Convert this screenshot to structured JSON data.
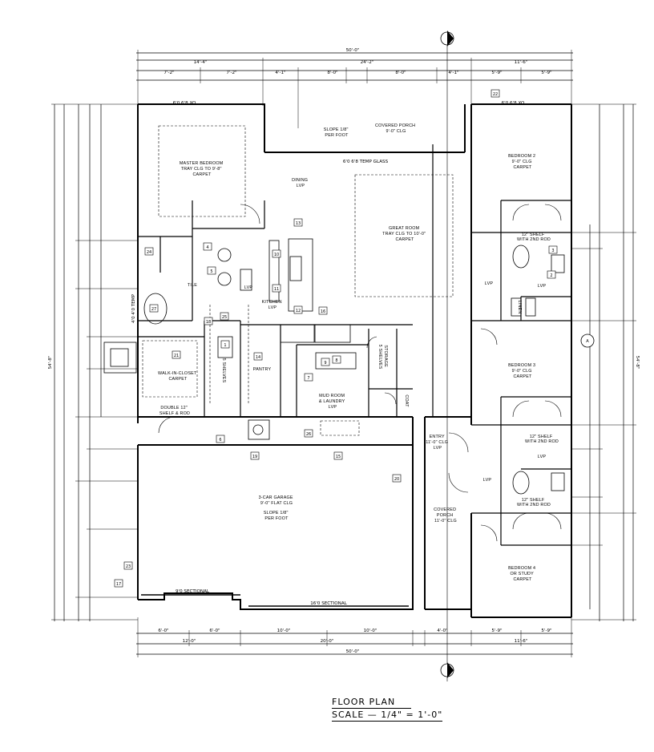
{
  "title": "FLOOR PLAN",
  "scale": "SCALE — 1/4\" = 1'-0\"",
  "north_marker": "A",
  "rooms": {
    "master": [
      "MASTER BEDROOM",
      "TRAY CLG TO 9'-8\"",
      "CARPET"
    ],
    "dining": [
      "DINING",
      "LVP"
    ],
    "porch_top": [
      "COVERED PORCH",
      "9'-0\" CLG"
    ],
    "slope_top": [
      "SLOPE 1/8\"",
      "PER FOOT"
    ],
    "great_room": [
      "GREAT ROOM",
      "TRAY CLG TO 10'-0\"",
      "CARPET"
    ],
    "bedroom2": [
      "BEDROOM 2",
      "9'-0\" CLG",
      "CARPET"
    ],
    "bedroom3": [
      "BEDROOM 3",
      "9'-0\" CLG",
      "CARPET"
    ],
    "bedroom4": [
      "BEDROOM 4",
      "OR STUDY",
      "CARPET"
    ],
    "kitchen": [
      "KITCHEN",
      "LVP"
    ],
    "pantry": [
      "PANTRY"
    ],
    "walkin": [
      "WALK-IN-CLOSET",
      "CARPET"
    ],
    "mudroom": [
      "MUD ROOM",
      "& LAUNDRY",
      "LVP"
    ],
    "garage": [
      "3-CAR GARAGE",
      "9'-0\" FLAT CLG"
    ],
    "slope_garage": [
      "SLOPE 1/8\"",
      "PER FOOT"
    ],
    "entry": [
      "ENTRY",
      "11'-0\" CLG",
      "LVP"
    ],
    "porch_bottom": [
      "COVERED",
      "PORCH",
      "11'-0\" CLG"
    ],
    "tile": [
      "TILE"
    ],
    "storage": [
      "STORAGE",
      "5 SHELVES"
    ],
    "coat": [
      "COAT"
    ],
    "shelves": [
      "5 SHELVES"
    ],
    "double_shelf": [
      "DOUBLE 12\"",
      "SHELF & ROD"
    ],
    "linen": [
      "LINEN"
    ],
    "lvp_a": [
      "LVP"
    ],
    "lvp_b": [
      "LVP"
    ],
    "lvp_c": [
      "LVP"
    ],
    "lvp_d": [
      "LVP"
    ],
    "lvp_e": [
      "LVP"
    ],
    "shelf_a": [
      "12\" SHELF",
      "WITH 2ND ROD"
    ],
    "shelf_b": [
      "12\" SHELF",
      "WITH 2ND ROD"
    ],
    "shelf_c": [
      "12\" SHELF",
      "WITH 2ND ROD"
    ]
  },
  "notes": {
    "temp_glass": "6'0 6'8 TEMP GLASS",
    "door_top": "6'0 6'8 XO",
    "sectional_a": "9'0 SECTIONAL",
    "sectional_b": "16'0 SECTIONAL",
    "temp": "4'0 4'0 TEMP"
  },
  "dims": {
    "top_total": "50'-0\"",
    "top_row1": [
      "14'-4\"",
      "24'-2\"",
      "11'-6\""
    ],
    "top_row2": [
      "7'-2\"",
      "7'-2\"",
      "4'-1\"",
      "8'-0\"",
      "8'-0\"",
      "4'-1\"",
      "5'-9\"",
      "5'-9\""
    ],
    "bottom_row1": [
      "6'-0\"",
      "6'-0\"",
      "10'-0\"",
      "10'-0\"",
      "4'-0\"",
      "5'-9\"",
      "5'-9\""
    ],
    "bottom_row2": [
      "12'-0\"",
      "20'-0\"",
      "11'-6\""
    ],
    "bottom_total": "50'-0\"",
    "left_total": "54'-8\"",
    "right_total": "54'-8\""
  },
  "tags": [
    "22",
    "24",
    "23",
    "27",
    "19",
    "26",
    "20",
    "21",
    "1",
    "4",
    "5",
    "6",
    "7",
    "8",
    "9",
    "10",
    "11",
    "12",
    "13",
    "14",
    "15",
    "16",
    "17",
    "18",
    "25",
    "2",
    "3"
  ]
}
